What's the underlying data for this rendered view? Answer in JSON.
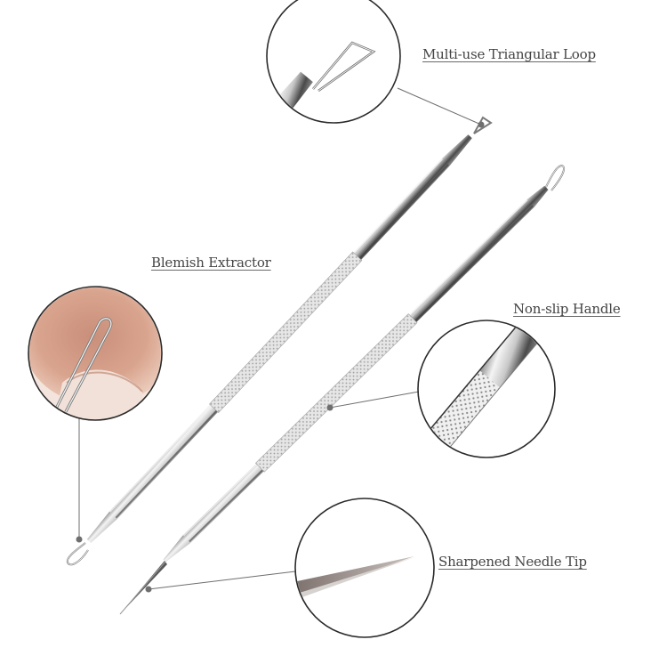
{
  "labels": {
    "triangular_loop": "Multi-use Triangular Loop",
    "blemish_extractor": "Blemish Extractor",
    "non_slip_handle": "Non-slip Handle",
    "needle_tip": "Sharpened Needle Tip"
  },
  "colors": {
    "background": "#ffffff",
    "label_text": "#444444",
    "circle_outline": "#2a2a2a",
    "leader_line": "#6e6e6e",
    "steel_light": "#f2f2f2",
    "steel_mid": "#bfbfbf",
    "steel_dark": "#5a5a5a",
    "skin": "#d9a08a"
  },
  "callouts": [
    {
      "id": "triangular_loop",
      "icon": "triangular-loop-icon"
    },
    {
      "id": "blemish_extractor",
      "icon": "nose-extraction-icon"
    },
    {
      "id": "non_slip_handle",
      "icon": "knurled-handle-icon"
    },
    {
      "id": "needle_tip",
      "icon": "needle-tip-icon"
    }
  ]
}
